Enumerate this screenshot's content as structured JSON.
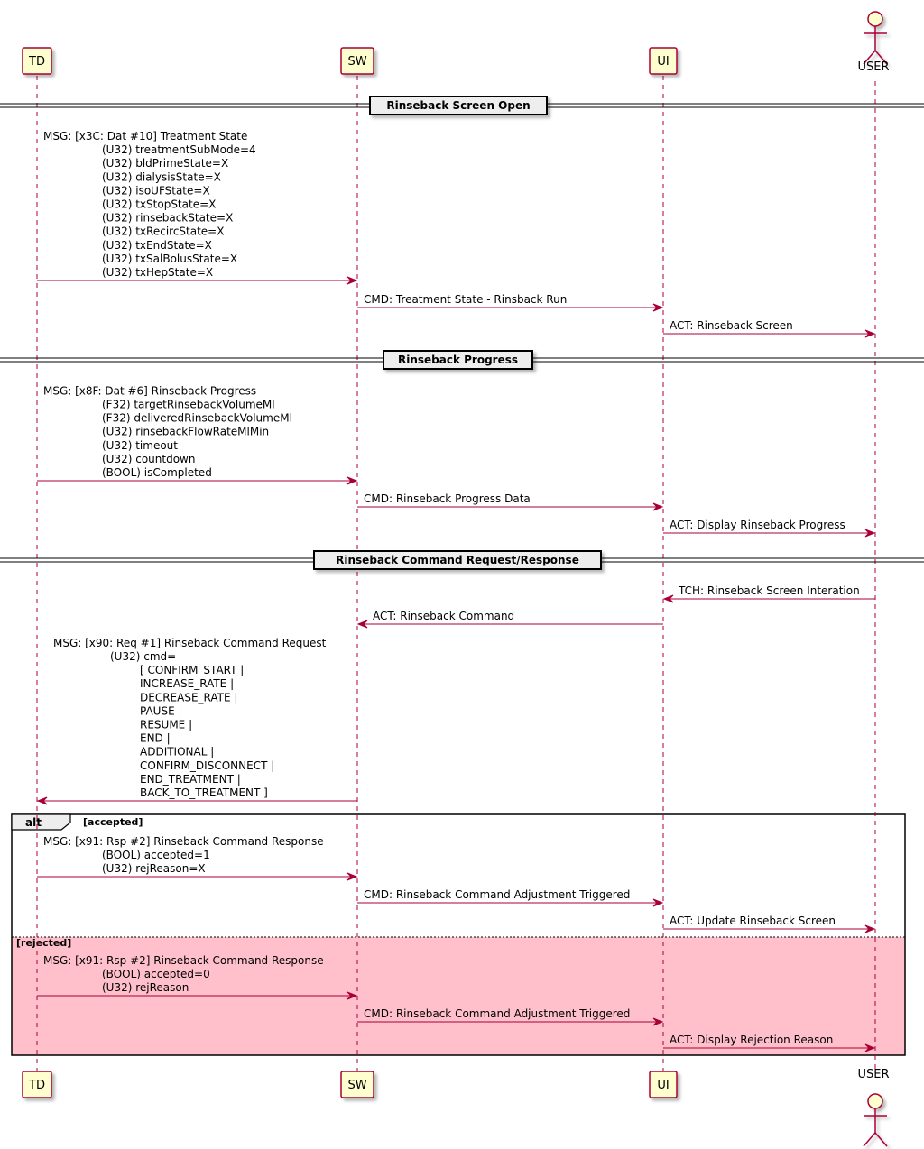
{
  "colors": {
    "arrow": "#a80036",
    "participant_fill": "#fefece",
    "participant_border": "#a80036",
    "lifeline": "#a80036",
    "divider_fill": "#eeeeee",
    "rejected_fill": "#ffc0cb"
  },
  "participants": [
    {
      "id": "td",
      "label": "TD"
    },
    {
      "id": "sw",
      "label": "SW"
    },
    {
      "id": "ui",
      "label": "UI"
    },
    {
      "id": "user",
      "label": "USER",
      "actor": true
    }
  ],
  "dividers": [
    {
      "label": "Rinseback Screen Open"
    },
    {
      "label": "Rinseback Progress"
    },
    {
      "label": "Rinseback Command Request/Response"
    }
  ],
  "messages": [
    {
      "from": "td",
      "to": "sw",
      "lines": [
        "MSG: [x3C: Dat #10] Treatment State",
        "(U32) treatmentSubMode=4",
        "(U32) bldPrimeState=X",
        "(U32) dialysisState=X",
        "(U32) isoUFState=X",
        "(U32) txStopState=X",
        "(U32) rinsebackState=X",
        "(U32) txRecircState=X",
        "(U32) txEndState=X",
        "(U32) txSalBolusState=X",
        "(U32) txHepState=X"
      ]
    },
    {
      "from": "sw",
      "to": "ui",
      "lines": [
        "CMD: Treatment State - Rinsback Run"
      ]
    },
    {
      "from": "ui",
      "to": "user",
      "lines": [
        "ACT: Rinseback Screen"
      ]
    },
    {
      "from": "td",
      "to": "sw",
      "lines": [
        "MSG: [x8F: Dat #6] Rinseback Progress",
        "(F32) targetRinsebackVolumeMl",
        "(F32) deliveredRinsebackVolumeMl",
        "(U32) rinsebackFlowRateMlMin",
        "(U32) timeout",
        "(U32) countdown",
        "(BOOL) isCompleted"
      ]
    },
    {
      "from": "sw",
      "to": "ui",
      "lines": [
        "CMD: Rinseback Progress Data"
      ]
    },
    {
      "from": "ui",
      "to": "user",
      "lines": [
        "ACT: Display Rinseback Progress"
      ]
    },
    {
      "from": "user",
      "to": "ui",
      "lines": [
        "TCH: Rinseback Screen Interation"
      ]
    },
    {
      "from": "ui",
      "to": "sw",
      "lines": [
        "ACT: Rinseback Command"
      ]
    },
    {
      "from": "sw",
      "to": "td",
      "lines": [
        "MSG: [x90: Req #1] Rinseback Command Request",
        "(U32) cmd=",
        "[ CONFIRM_START |",
        "INCREASE_RATE |",
        "DECREASE_RATE |",
        "PAUSE |",
        "RESUME |",
        "END |",
        "ADDITIONAL |",
        "CONFIRM_DISCONNECT |",
        "END_TREATMENT |",
        "BACK_TO_TREATMENT ]"
      ]
    },
    {
      "from": "td",
      "to": "sw",
      "lines": [
        "MSG: [x91: Rsp #2] Rinseback Command Response",
        "(BOOL) accepted=1",
        "(U32)  rejReason=X"
      ]
    },
    {
      "from": "sw",
      "to": "ui",
      "lines": [
        "CMD: Rinseback Command Adjustment Triggered"
      ]
    },
    {
      "from": "ui",
      "to": "user",
      "lines": [
        "ACT: Update Rinseback Screen"
      ]
    },
    {
      "from": "td",
      "to": "sw",
      "lines": [
        "MSG: [x91: Rsp #2] Rinseback Command Response",
        "(BOOL) accepted=0",
        "(U32)  rejReason"
      ]
    },
    {
      "from": "sw",
      "to": "ui",
      "lines": [
        "CMD: Rinseback Command Adjustment Triggered"
      ]
    },
    {
      "from": "ui",
      "to": "user",
      "lines": [
        "ACT: Display Rejection Reason"
      ]
    }
  ],
  "alt": {
    "keyword": "alt",
    "accepted_guard": "[accepted]",
    "rejected_guard": "[rejected]"
  }
}
